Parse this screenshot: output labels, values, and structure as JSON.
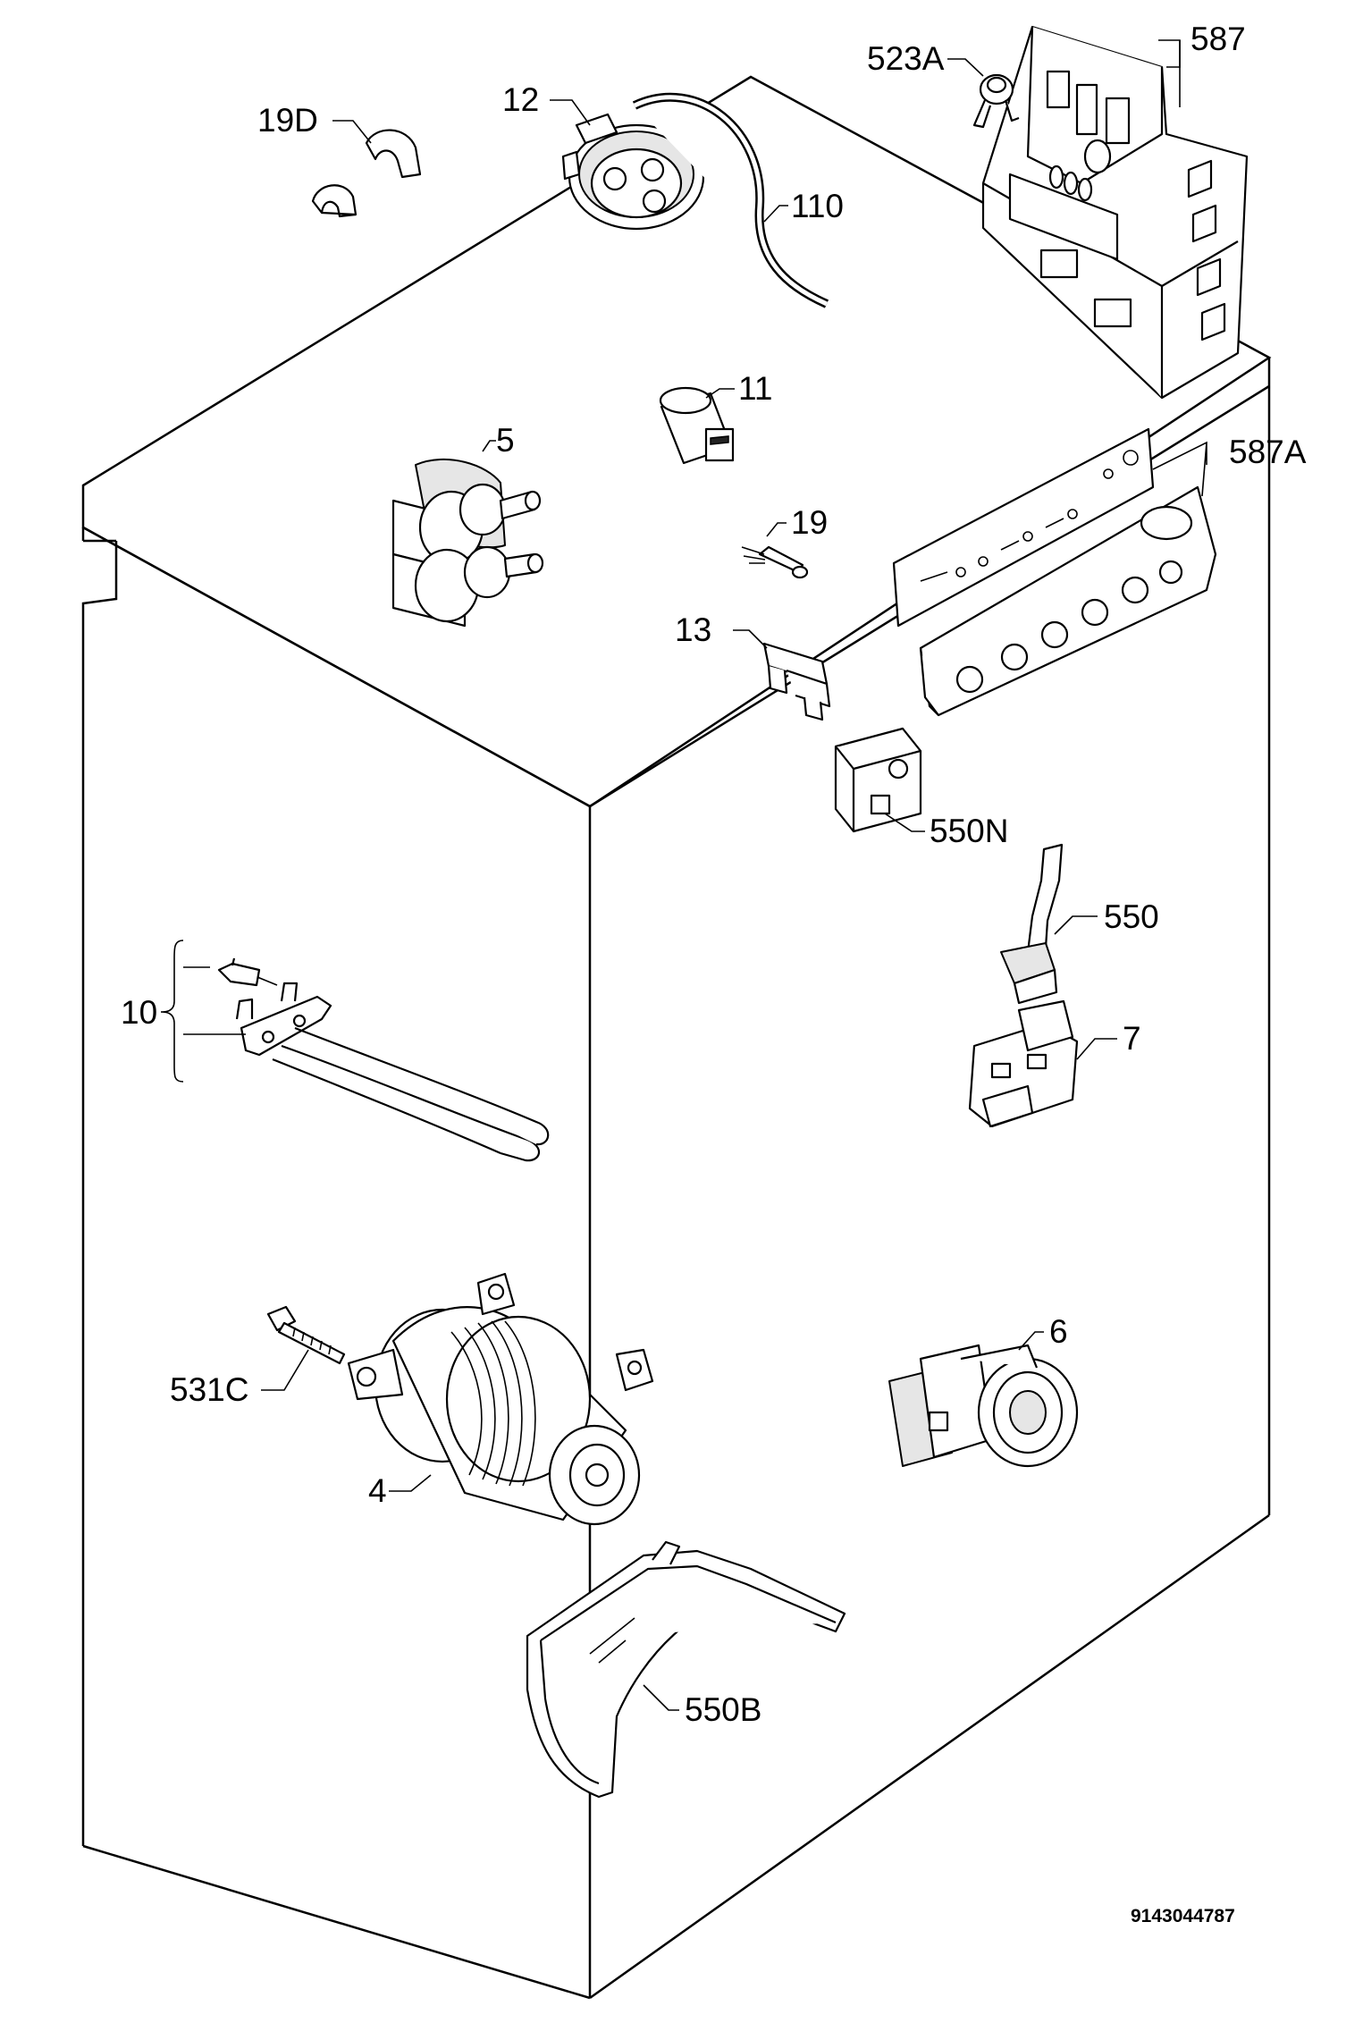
{
  "callouts": {
    "c587": "587",
    "c523a": "523A",
    "c12": "12",
    "c19d": "19D",
    "c110": "110",
    "c11": "11",
    "c5": "5",
    "c587a": "587A",
    "c19": "19",
    "c13": "13",
    "c550n": "550N",
    "c550": "550",
    "c10": "10",
    "c7": "7",
    "c6": "6",
    "c531c": "531C",
    "c4": "4",
    "c550b": "550B"
  },
  "document_number": "9143044787"
}
